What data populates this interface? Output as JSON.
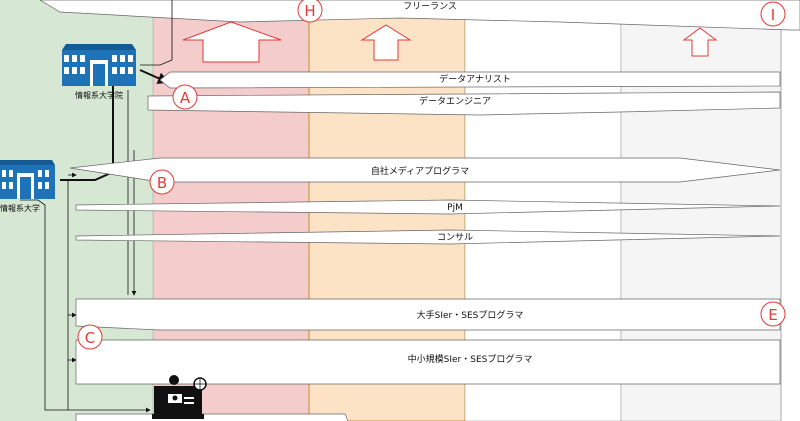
{
  "colors": {
    "left_panel": "#d6e7d4",
    "col_red": "#f3cccb",
    "col_orange": "#fde3c6",
    "col_light": "#f5f5f5",
    "marker": "#e53935",
    "building": "#1e73b8"
  },
  "banners": {
    "freelance": "フリーランス",
    "data_analyst": "データアナリスト",
    "data_engineer": "データエンジニア",
    "inhouse_media": "自社メディアプログラマ",
    "pjm": "PjM",
    "consultant": "コンサル",
    "large_sier": "大手SIer・SESプログラマ",
    "small_sier": "中小規模SIer・SESプログラマ"
  },
  "markers": {
    "h": "H",
    "i": "I",
    "a": "A",
    "b": "B",
    "c": "C",
    "e": "E"
  },
  "buildings": {
    "grad_school": "情報系大学院",
    "university": "情報系大学"
  },
  "icons": {
    "building": "building-icon",
    "remote_worker": "remote-worker-icon"
  }
}
